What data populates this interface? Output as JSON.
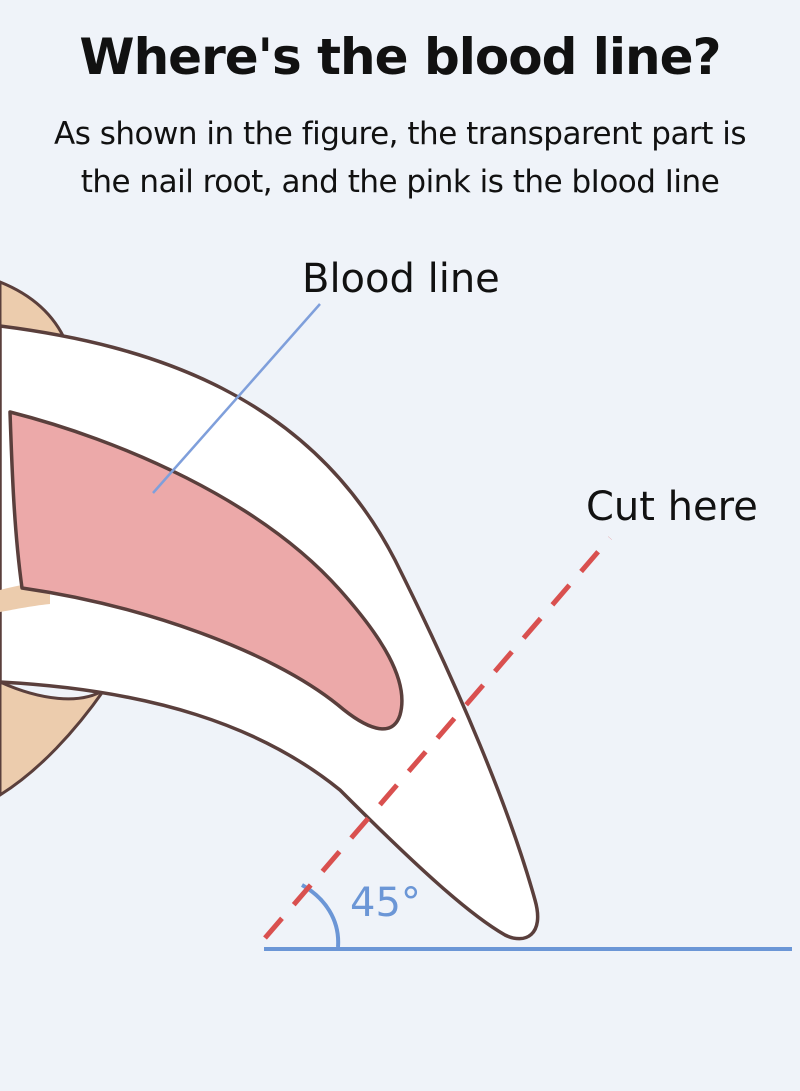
{
  "title": "Where's the blood line?",
  "subtitle_line1": "As shown in the figure, the transparent part is",
  "subtitle_line2": "the nail root, and the pink is the bIood Iine",
  "labels": {
    "blood_line": "Blood line",
    "cut_here": "Cut here",
    "angle": "45°"
  },
  "colors": {
    "background": "#eff3f9",
    "skin": "#ecccad",
    "nail": "#ffffff",
    "nail_outline": "#5a3f3c",
    "quick": "#eca9a9",
    "pointer_line": "#7f9fdb",
    "cut_line": "#d9504f",
    "ground_line": "#6b96d6"
  }
}
